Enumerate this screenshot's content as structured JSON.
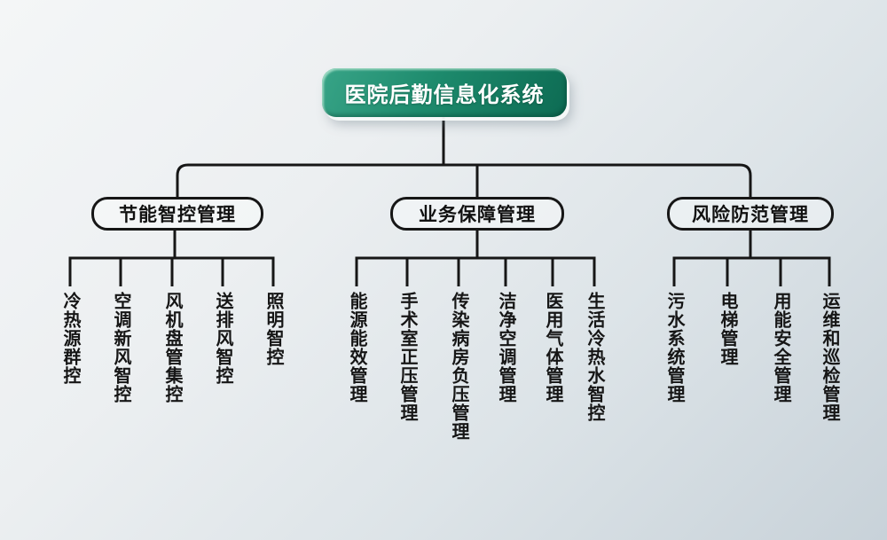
{
  "root": {
    "label": "医院后勤信息化系统"
  },
  "branches": [
    {
      "label": "节能智控管理",
      "children": [
        "冷热源群控",
        "空调新风智控",
        "风机盘管集控",
        "送排风智控",
        "照明智控"
      ]
    },
    {
      "label": "业务保障管理",
      "children": [
        "能源能效管理",
        "手术室正压管理",
        "传染病房负压管理",
        "洁净空调管理",
        "医用气体管理",
        "生活冷热水智控"
      ]
    },
    {
      "label": "风险防范管理",
      "children": [
        "污水系统管理",
        "电梯管理",
        "用能安全管理",
        "运维和巡检管理"
      ]
    }
  ],
  "colors": {
    "root_gradient_start": "#38a487",
    "root_gradient_end": "#0d6b53",
    "root_text": "#ffffff",
    "line": "#161616",
    "node_border": "#161616",
    "background_start": "#f4f6f7",
    "background_end": "#c8d2d9"
  }
}
